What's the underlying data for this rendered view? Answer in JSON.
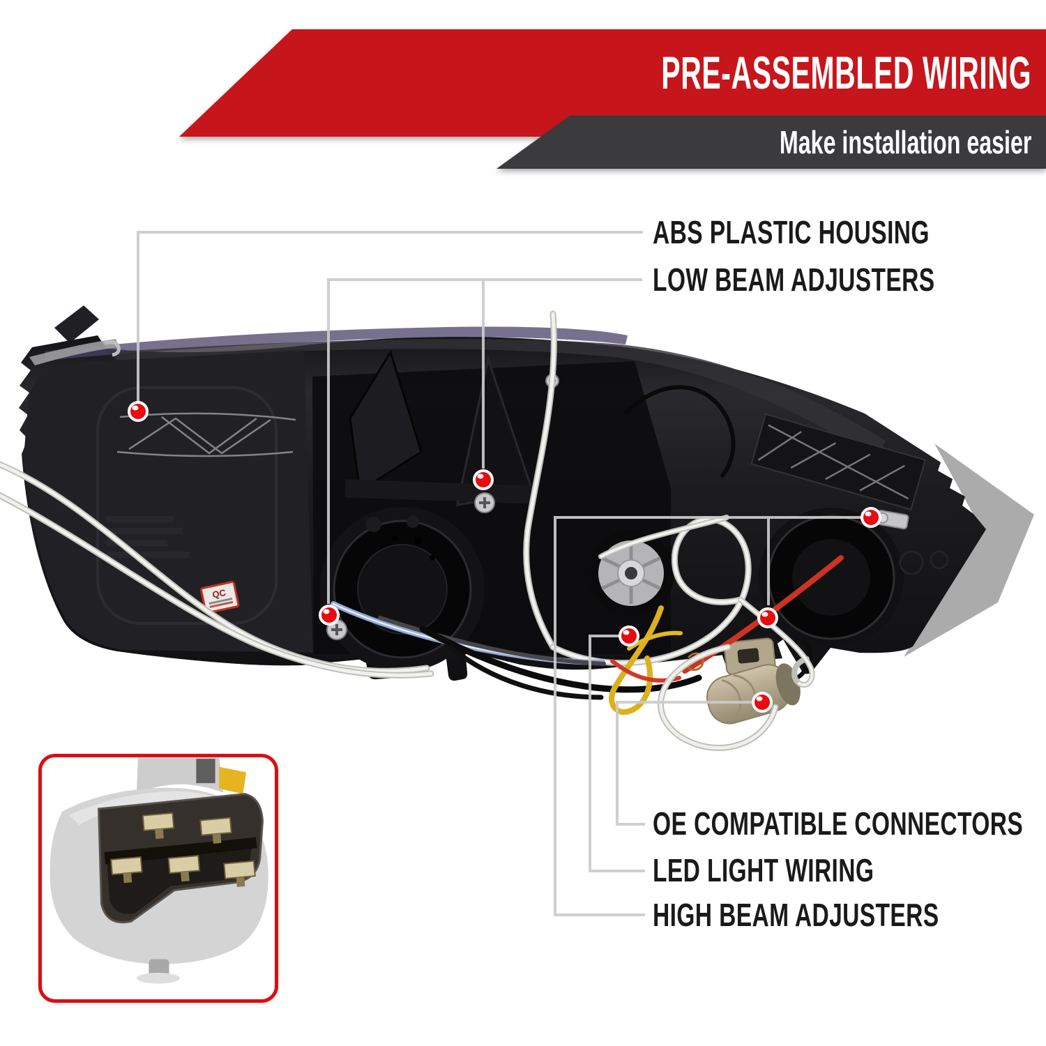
{
  "page": {
    "type": "product-feature-graphic",
    "background_color": "#ffffff"
  },
  "banner": {
    "title": "PRE-ASSEMBLED WIRING",
    "subtitle": "Make installation easier",
    "red_color": "#c6171b",
    "dark_color": "#3b3b3d",
    "text_color": "#ffffff"
  },
  "callouts": {
    "line_color": "#cbcbcb",
    "dot_color": "#e80b10",
    "label_color": "#1a1a1a",
    "items": [
      {
        "label": "ABS PLASTIC HOUSING"
      },
      {
        "label": "LOW BEAM ADJUSTERS"
      },
      {
        "label": "OE COMPATIBLE CONNECTORS"
      },
      {
        "label": "LED LIGHT WIRING"
      },
      {
        "label": "HIGH BEAM ADJUSTERS"
      }
    ]
  },
  "photo": {
    "description": "Rear view of black ABS headlight housing with pre-assembled wiring harness, adjuster screws, bulb caps and OE connector",
    "qc_sticker_text": "QC"
  },
  "inset": {
    "description": "Close-up of OE compatible multi-pin connector plug",
    "border_color": "#dc0d12"
  }
}
